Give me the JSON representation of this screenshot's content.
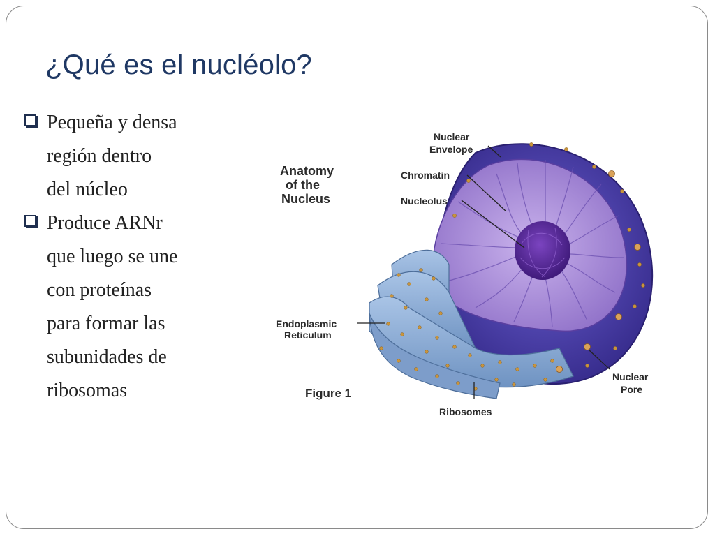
{
  "slide": {
    "title": "¿Qué es el nucléolo?",
    "bullets": [
      {
        "lines": [
          "Pequeña y densa",
          "región dentro",
          "del núcleo"
        ]
      },
      {
        "lines": [
          "Produce ARNr",
          "que luego se une",
          "con proteínas",
          "para formar las",
          "subunidades de",
          "ribosomas"
        ]
      }
    ]
  },
  "figure": {
    "heading": [
      "Anatomy",
      "of the",
      "Nucleus"
    ],
    "caption": "Figure 1",
    "labels": {
      "nuclear_envelope": [
        "Nuclear",
        "Envelope"
      ],
      "chromatin": "Chromatin",
      "nucleolus": "Nucleolus",
      "endoplasmic_reticulum": [
        "Endoplasmic",
        "Reticulum"
      ],
      "ribosomes": "Ribosomes",
      "nuclear_pore": [
        "Nuclear",
        "Pore"
      ]
    },
    "colors": {
      "nucleus_outer": "#4a3fa8",
      "nucleus_inner": "#a98fd4",
      "nucleolus": "#5a2a9a",
      "er": "#8fb0d8",
      "ribosome": "#c8943c"
    }
  }
}
